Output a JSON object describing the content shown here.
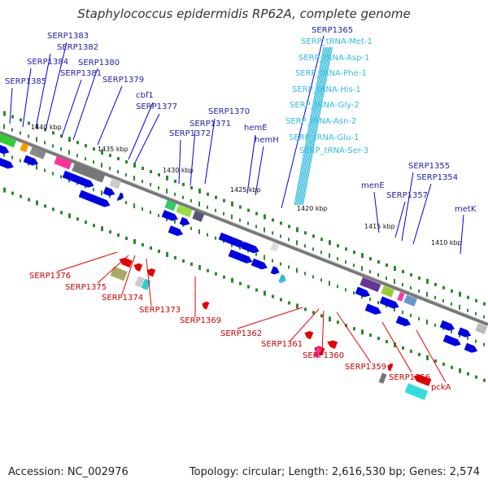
{
  "header": {
    "title": "Staphylococcus epidermidis RP62A, complete genome"
  },
  "footer": {
    "accession": "Accession: NC_002976",
    "summary": "Topology: circular; Length: 2,616,530 bp; Genes: 2,574"
  },
  "colors": {
    "forward_gene": "#0000e6",
    "reverse_gene": "#e60000",
    "trna": "#33bbdd",
    "backbone": "#777777",
    "tick": "#2a8a2a",
    "ruler_label": "#111111"
  },
  "ruler_labels": [
    "1440 kbp",
    "1435 kbp",
    "1430 kbp",
    "1425 kbp",
    "1420 kbp",
    "1415 kbp",
    "1410 kbp"
  ],
  "forward_labels": [
    "SERP1383",
    "SERP1382",
    "SERP1384",
    "SERP1380",
    "SERP1381",
    "SERP1385",
    "SERP1379",
    "cbf1",
    "SERP1377",
    "SERP1370",
    "SERP1371",
    "SERP1372",
    "hemE",
    "hemH",
    "SERP1365",
    "menE",
    "SERP1355",
    "SERP1354",
    "SERP1357",
    "metK"
  ],
  "trna_labels": [
    "SERP_tRNA-Met-1",
    "SERP_tRNA-Asp-1",
    "SERP_tRNA-Phe-1",
    "SERP_tRNA-His-1",
    "SERP_tRNA-Gly-2",
    "SERP_tRNA-Asn-2",
    "SERP_tRNA-Glu-1",
    "SERP_tRNA-Ser-3"
  ],
  "reverse_labels": [
    "SERP1376",
    "SERP1375",
    "SERP1374",
    "SERP1373",
    "SERP1369",
    "SERP1362",
    "SERP1361",
    "SERP1360",
    "SERP1359",
    "SERP1356",
    "pckA"
  ]
}
